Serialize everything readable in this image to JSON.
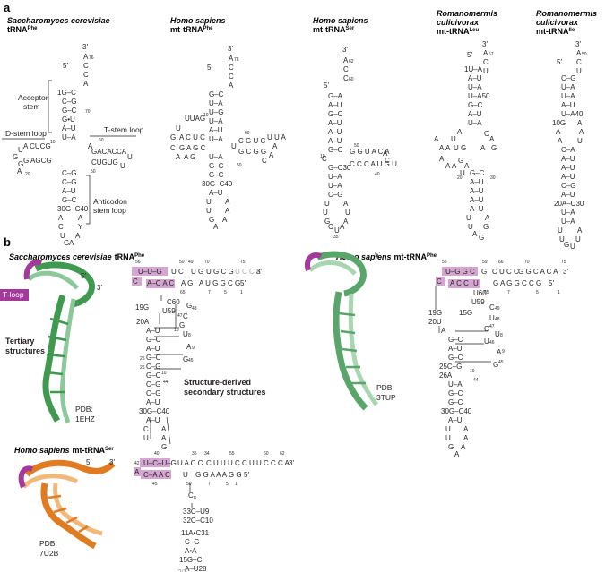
{
  "panel_a": {
    "letter": "a",
    "molecules": [
      {
        "species": "Saccharomyces cerevisiae",
        "name": "tRNA",
        "sup": "Phe"
      },
      {
        "species": "Homo sapiens",
        "name": "mt-tRNA",
        "sup": "Phe"
      },
      {
        "species": "Homo sapiens",
        "name": "mt-tRNA",
        "sup": "Ser"
      },
      {
        "species": "Romanomermis culicivorax",
        "name": "mt-tRNA",
        "sup": "Leu"
      },
      {
        "species": "Romanomermis culicivorax",
        "name": "mt-tRNA",
        "sup": "Ile"
      }
    ],
    "labels": {
      "acceptor_stem": "Acceptor stem",
      "d_stem_loop": "D-stem loop",
      "t_stem_loop": "T-stem loop",
      "anticodon_stem_loop": "Anticodon stem loop"
    }
  },
  "panel_b": {
    "letter": "b",
    "structures": [
      {
        "species": "Saccharomyces cerevisiae",
        "name": "tRNA",
        "sup": "Phe",
        "pdb": "PDB:",
        "pdb_id": "1EHZ"
      },
      {
        "species": "Homo sapiens",
        "name": "mt-tRNA",
        "sup": "Phe",
        "pdb": "PDB:",
        "pdb_id": "3TUP"
      },
      {
        "species": "Homo sapiens",
        "name": "mt-tRNA",
        "sup": "Ser",
        "pdb": "PDB:",
        "pdb_id": "7U2B"
      }
    ],
    "labels": {
      "t_loop": "T-loop",
      "tertiary": "Tertiary structures",
      "derived": "Structure-derived secondary structures"
    }
  },
  "colors": {
    "t_loop_magenta": "#a3399a",
    "t_loop_highlight": "#d4a6d1",
    "green_ribbon": "#3f9a4f",
    "light_green_ribbon": "#8cc99a",
    "orange_ribbon": "#e07b22",
    "grey_text": "#a7a9ac"
  }
}
